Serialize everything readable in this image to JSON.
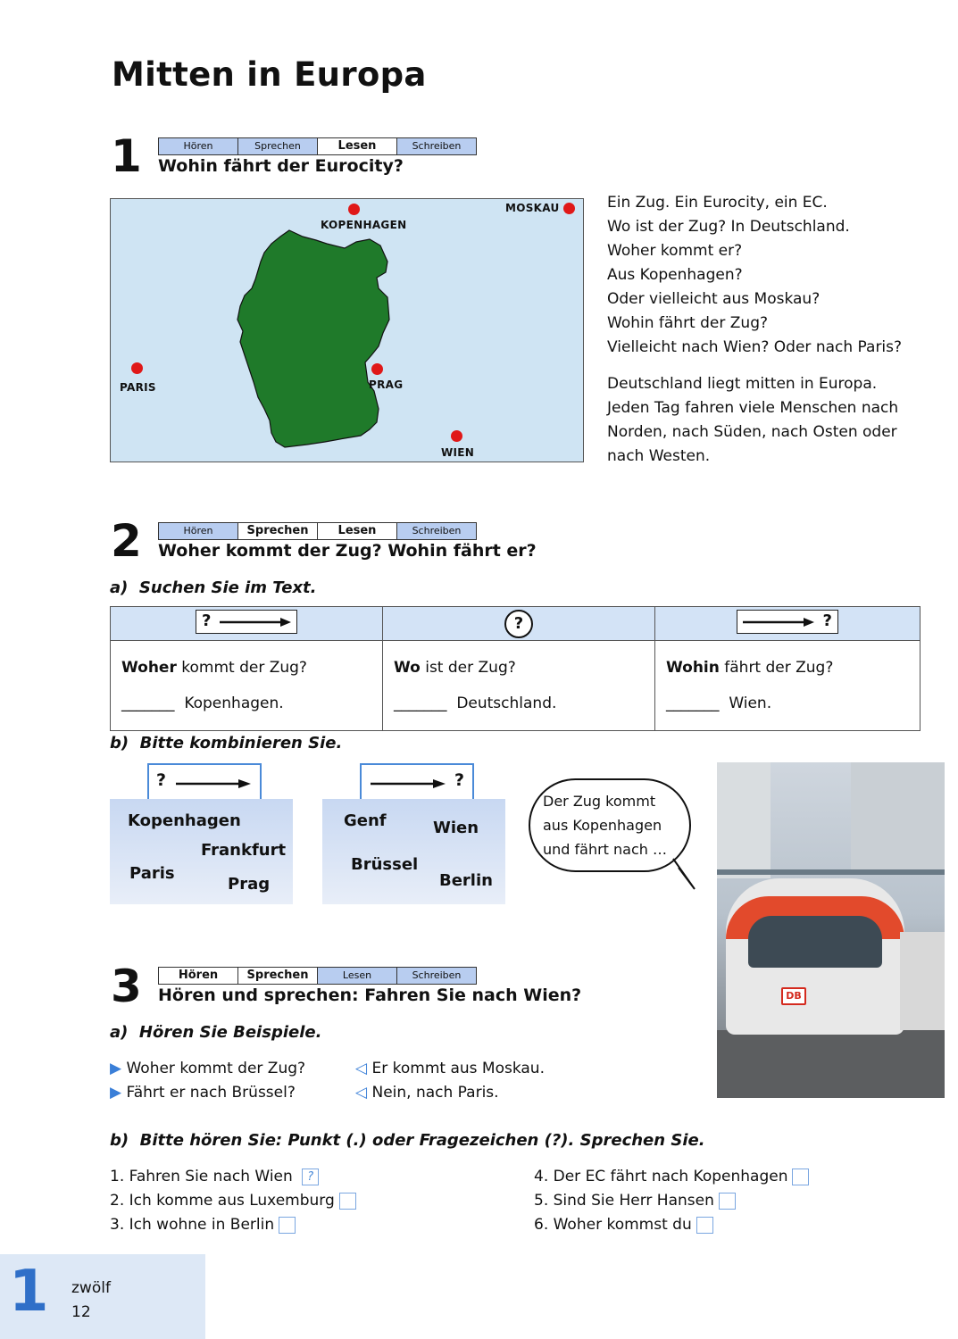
{
  "page_title": "Mitten in Europa",
  "ex1": {
    "num": "1",
    "skills": [
      "Hören",
      "Sprechen",
      "Lesen",
      "Schreiben"
    ],
    "title": "Wohin fährt der Eurocity?",
    "map_labels": {
      "kopenhagen": "KOPENHAGEN",
      "moskau": "MOSKAU",
      "paris": "PARIS",
      "prag": "PRAG",
      "wien": "WIEN"
    },
    "text1": [
      "Ein Zug. Ein Eurocity, ein EC.",
      "Wo ist der Zug? In Deutschland.",
      "Woher kommt er?",
      "Aus Kopenhagen?",
      "Oder vielleicht aus Moskau?",
      "Wohin fährt der Zug?",
      "Vielleicht nach Wien? Oder nach Paris?"
    ],
    "text2": [
      "Deutschland liegt mitten in Europa.",
      "Jeden Tag fahren viele Menschen nach",
      "Norden, nach Süden, nach Osten oder",
      "nach Westen."
    ]
  },
  "ex2": {
    "num": "2",
    "skills": [
      "Hören",
      "Sprechen",
      "Lesen",
      "Schreiben"
    ],
    "title": "Woher kommt der Zug? Wohin fährt er?",
    "a_label": "a)",
    "a_text": "Suchen Sie im Text.",
    "cols": [
      {
        "q_bold": "Woher",
        "q_rest": " kommt der Zug?",
        "blank": "_______",
        "answer": "Kopenhagen."
      },
      {
        "q_bold": "Wo",
        "q_rest": " ist der Zug?",
        "blank": "_______",
        "answer": "Deutschland."
      },
      {
        "q_bold": "Wohin",
        "q_rest": " fährt der Zug?",
        "blank": "_______",
        "answer": "Wien."
      }
    ],
    "symbols": {
      "q": "?"
    },
    "b_label": "b)",
    "b_text": "Bitte kombinieren Sie.",
    "from_cities": [
      "Kopenhagen",
      "Frankfurt",
      "Paris",
      "Prag"
    ],
    "to_cities": [
      "Genf",
      "Wien",
      "Brüssel",
      "Berlin"
    ],
    "bubble": [
      "Der Zug kommt",
      "aus Kopenhagen",
      "und fährt nach …"
    ]
  },
  "ex3": {
    "num": "3",
    "skills": [
      "Hören",
      "Sprechen",
      "Lesen",
      "Schreiben"
    ],
    "title": "Hören und sprechen: Fahren Sie nach Wien?",
    "a_label": "a)",
    "a_text": "Hören Sie Beispiele.",
    "examples": [
      {
        "q": "Woher kommt der Zug?",
        "a": "Er kommt aus Moskau."
      },
      {
        "q": "Fährt er nach Brüssel?",
        "a": "Nein, nach Paris."
      }
    ],
    "b_label": "b)",
    "b_text": "Bitte hören Sie: Punkt (.) oder Fragezeichen (?). Sprechen Sie.",
    "items": [
      "1. Fahren Sie nach Wien",
      "2. Ich komme aus Luxemburg",
      "3. Ich wohne in Berlin",
      "4. Der EC fährt nach Kopenhagen",
      "5. Sind Sie Herr Hansen",
      "6. Woher kommst du"
    ],
    "first_mark": "?"
  },
  "photo": {
    "logo": "DB"
  },
  "footer": {
    "chapter": "1",
    "word": "zwölf",
    "number": "12"
  }
}
